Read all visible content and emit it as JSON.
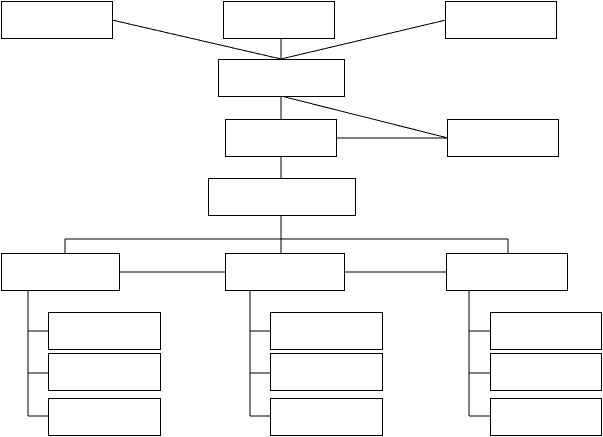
{
  "diagram": {
    "nodes": [
      {
        "id": "top-left",
        "label": ""
      },
      {
        "id": "top-center",
        "label": ""
      },
      {
        "id": "top-right",
        "label": ""
      },
      {
        "id": "level2",
        "label": ""
      },
      {
        "id": "level3",
        "label": ""
      },
      {
        "id": "level3-side",
        "label": ""
      },
      {
        "id": "level4",
        "label": ""
      },
      {
        "id": "branch-left",
        "label": ""
      },
      {
        "id": "branch-middle",
        "label": ""
      },
      {
        "id": "branch-right",
        "label": ""
      },
      {
        "id": "leaf-left-1",
        "label": ""
      },
      {
        "id": "leaf-left-2",
        "label": ""
      },
      {
        "id": "leaf-left-3",
        "label": ""
      },
      {
        "id": "leaf-middle-1",
        "label": ""
      },
      {
        "id": "leaf-middle-2",
        "label": ""
      },
      {
        "id": "leaf-middle-3",
        "label": ""
      },
      {
        "id": "leaf-right-1",
        "label": ""
      },
      {
        "id": "leaf-right-2",
        "label": ""
      },
      {
        "id": "leaf-right-3",
        "label": ""
      }
    ],
    "edges": [
      [
        "top-left",
        "level2"
      ],
      [
        "top-center",
        "level2"
      ],
      [
        "top-right",
        "level2"
      ],
      [
        "level2",
        "level3"
      ],
      [
        "level2",
        "level3-side"
      ],
      [
        "level3",
        "level3-side"
      ],
      [
        "level3",
        "level4"
      ],
      [
        "level4",
        "branch-left"
      ],
      [
        "level4",
        "branch-middle"
      ],
      [
        "level4",
        "branch-right"
      ],
      [
        "branch-left",
        "branch-middle"
      ],
      [
        "branch-middle",
        "branch-right"
      ],
      [
        "branch-left",
        "leaf-left-1"
      ],
      [
        "branch-left",
        "leaf-left-2"
      ],
      [
        "branch-left",
        "leaf-left-3"
      ],
      [
        "branch-middle",
        "leaf-middle-1"
      ],
      [
        "branch-middle",
        "leaf-middle-2"
      ],
      [
        "branch-middle",
        "leaf-middle-3"
      ],
      [
        "branch-right",
        "leaf-right-1"
      ],
      [
        "branch-right",
        "leaf-right-2"
      ],
      [
        "branch-right",
        "leaf-right-3"
      ]
    ]
  }
}
